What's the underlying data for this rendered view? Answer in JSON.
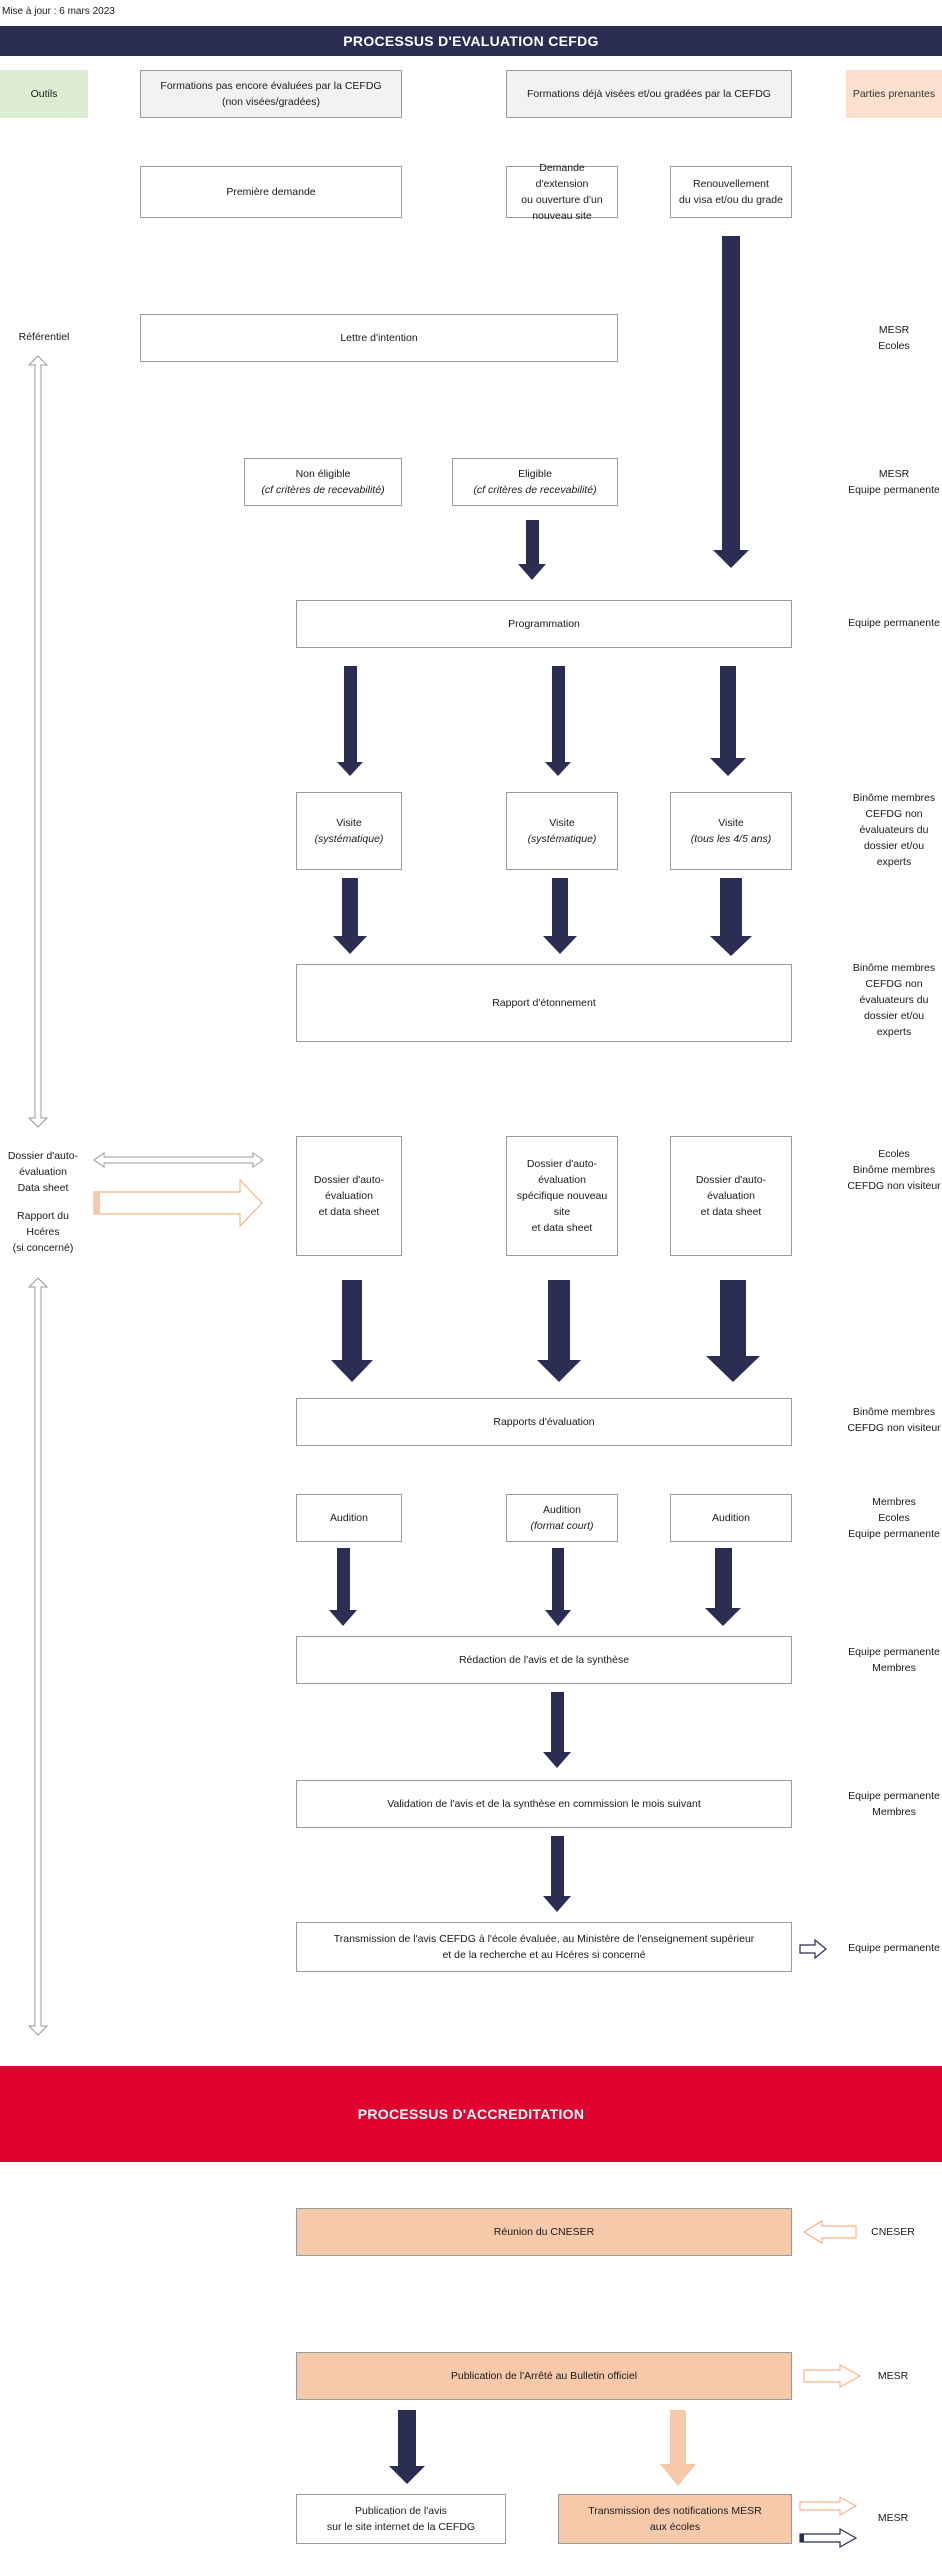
{
  "update_note": "Mise à jour : 6 mars 2023",
  "colors": {
    "navy": "#2b2d52",
    "red": "#e0032f",
    "peach": "#f7c9ab",
    "green": "#dcedd4",
    "grey": "#f2f2f2"
  },
  "eval_banner": "PROCESSUS D'EVALUATION CEFDG",
  "accred_banner": "PROCESSUS D'ACCREDITATION",
  "columns": {
    "tools": "Outils",
    "new_programs": [
      "Formations pas encore évaluées par la CEFDG",
      "(non visées/gradées)"
    ],
    "existing_programs": "Formations déjà visées et/ou gradées par la CEFDG",
    "stakeholders": "Parties prenantes"
  },
  "steps": {
    "first_request": "Première demande",
    "extension": [
      "Demande d'extension",
      "ou ouverture d'un",
      "nouveau site"
    ],
    "renewal": [
      "Renouvellement",
      "du visa et/ou du grade"
    ],
    "intent_letter": "Lettre d'intention",
    "not_eligible": [
      "Non éligible",
      "(cf critères de recevabilité)"
    ],
    "eligible": [
      "Eligible",
      "(cf critères de recevabilité)"
    ],
    "programming": "Programmation",
    "visit_1": [
      "Visite",
      "(systématique)"
    ],
    "visit_2": [
      "Visite",
      "(systématique)"
    ],
    "visit_3": [
      "Visite",
      "(tous les 4/5 ans)"
    ],
    "astonishment_report": "Rapport d'étonnement",
    "self_eval_1": [
      "Dossier d'auto-",
      "évaluation",
      "et data sheet"
    ],
    "self_eval_2": [
      "Dossier d'auto-",
      "évaluation",
      "spécifique nouveau site",
      "et data sheet"
    ],
    "self_eval_3": [
      "Dossier d'auto-évaluation",
      "et data sheet"
    ],
    "eval_reports": "Rapports d'évaluation",
    "audition_1": "Audition",
    "audition_2": [
      "Audition",
      "(format court)"
    ],
    "audition_3": "Audition",
    "drafting": "Rédaction de l'avis et de la synthèse",
    "validation": "Validation de l'avis et de la synthèse en commission le mois suivant",
    "transmission": [
      "Transmission de l'avis CEFDG à l'école évaluée, au Ministère de l'enseignement supérieur",
      "et de la recherche et au Hcéres si concerné"
    ],
    "cneser_meeting": "Réunion du CNESER",
    "publication_decree": "Publication de l'Arrêté au Bulletin officiel",
    "publication_opinion": [
      "Publication de l'avis",
      "sur le site internet de la CEFDG"
    ],
    "notifications": [
      "Transmission des notifications MESR",
      "aux écoles"
    ]
  },
  "tools": {
    "referentiel": "Référentiel",
    "dossier": [
      "Dossier d'auto-",
      "évaluation",
      "Data sheet"
    ],
    "rapport": [
      "Rapport du",
      "Hcéres",
      "(si concerné)"
    ]
  },
  "stakeholders": {
    "s1": [
      "MESR",
      "Ecoles"
    ],
    "s2": [
      "MESR",
      "Equipe permanente"
    ],
    "s3": "Equipe permanente",
    "s4": [
      "Binôme membres",
      "CEFDG non",
      "évaluateurs du",
      "dossier et/ou",
      "experts"
    ],
    "s5": [
      "Binôme membres",
      "CEFDG non",
      "évaluateurs du",
      "dossier et/ou",
      "experts"
    ],
    "s6": [
      "Ecoles",
      "Binôme membres",
      "CEFDG non visiteur"
    ],
    "s7": [
      "Binôme membres",
      "CEFDG non visiteur"
    ],
    "s8": [
      "Membres",
      "Ecoles",
      "Equipe permanente"
    ],
    "s9": [
      "Equipe permanente",
      "Membres"
    ],
    "s10": [
      "Equipe permanente",
      "Membres"
    ],
    "s11": "Equipe permanente",
    "s12": "CNESER",
    "s13": "MESR",
    "s14": "MESR"
  }
}
